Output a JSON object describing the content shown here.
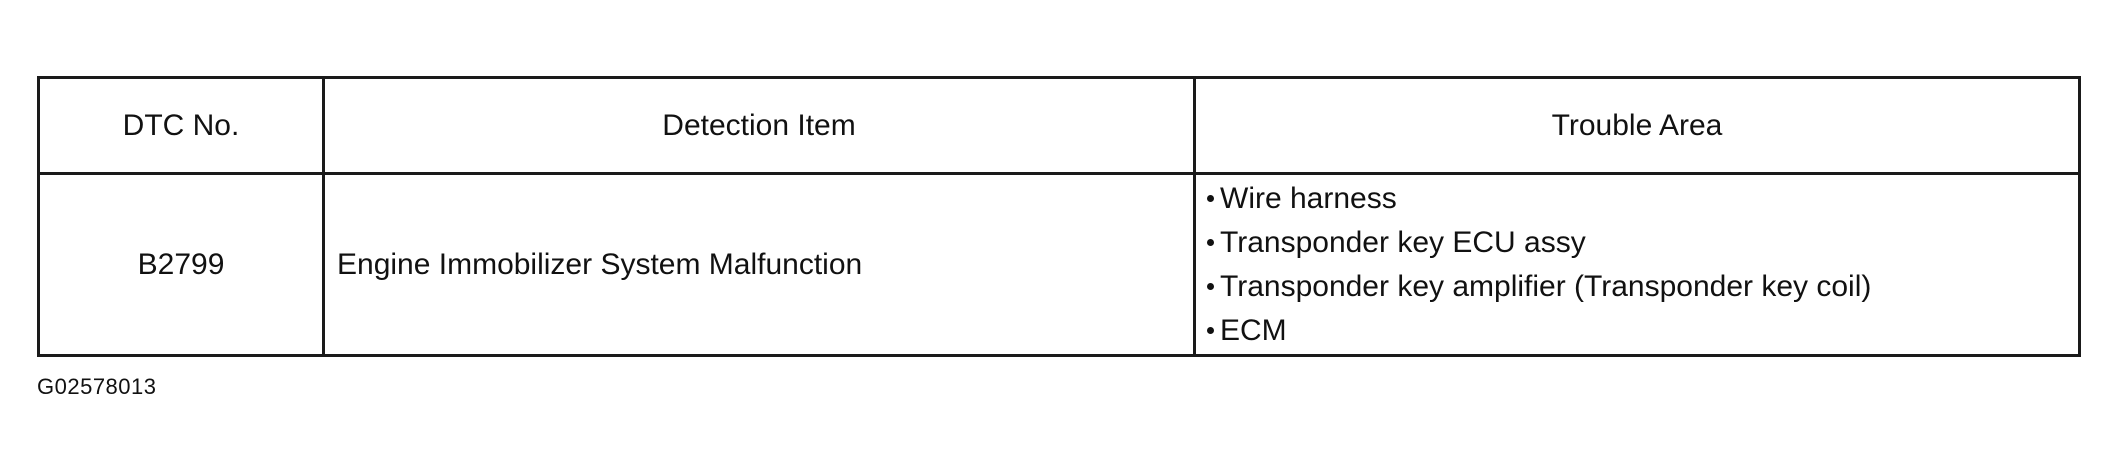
{
  "table": {
    "headers": {
      "dtc_no": "DTC No.",
      "detection_item": "Detection Item",
      "trouble_area": "Trouble Area"
    },
    "rows": [
      {
        "dtc_no": "B2799",
        "detection_item": "Engine Immobilizer System Malfunction",
        "trouble_area": [
          "Wire harness",
          "Transponder key ECU assy",
          "Transponder key amplifier (Transponder key coil)",
          "ECM"
        ]
      }
    ]
  },
  "figure_id": "G02578013"
}
